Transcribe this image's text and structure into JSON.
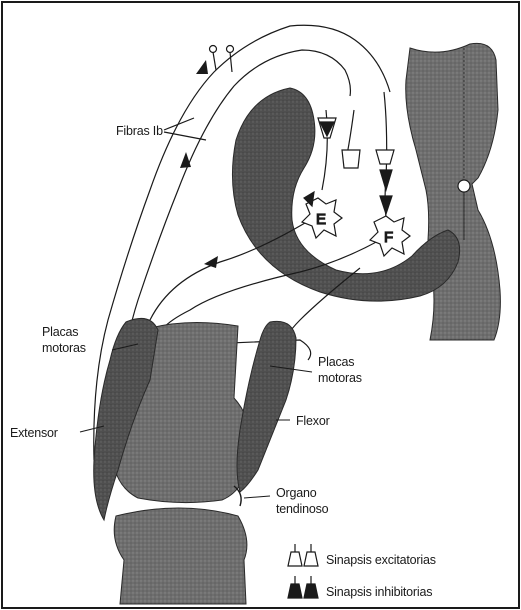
{
  "labels": {
    "fibras_ib": "Fibras Ib",
    "placas_motoras_left_line1": "Placas",
    "placas_motoras_left_line2": "motoras",
    "placas_motoras_right_line1": "Placas",
    "placas_motoras_right_line2": "motoras",
    "extensor": "Extensor",
    "flexor": "Flexor",
    "organo_line1": "Organo",
    "organo_line2": "tendinoso",
    "legend_excitatory": "Sinapsis excitatorias",
    "legend_inhibitory": "Sinapsis inhibitorias",
    "neuron_e": "E",
    "neuron_f": "F"
  }
}
